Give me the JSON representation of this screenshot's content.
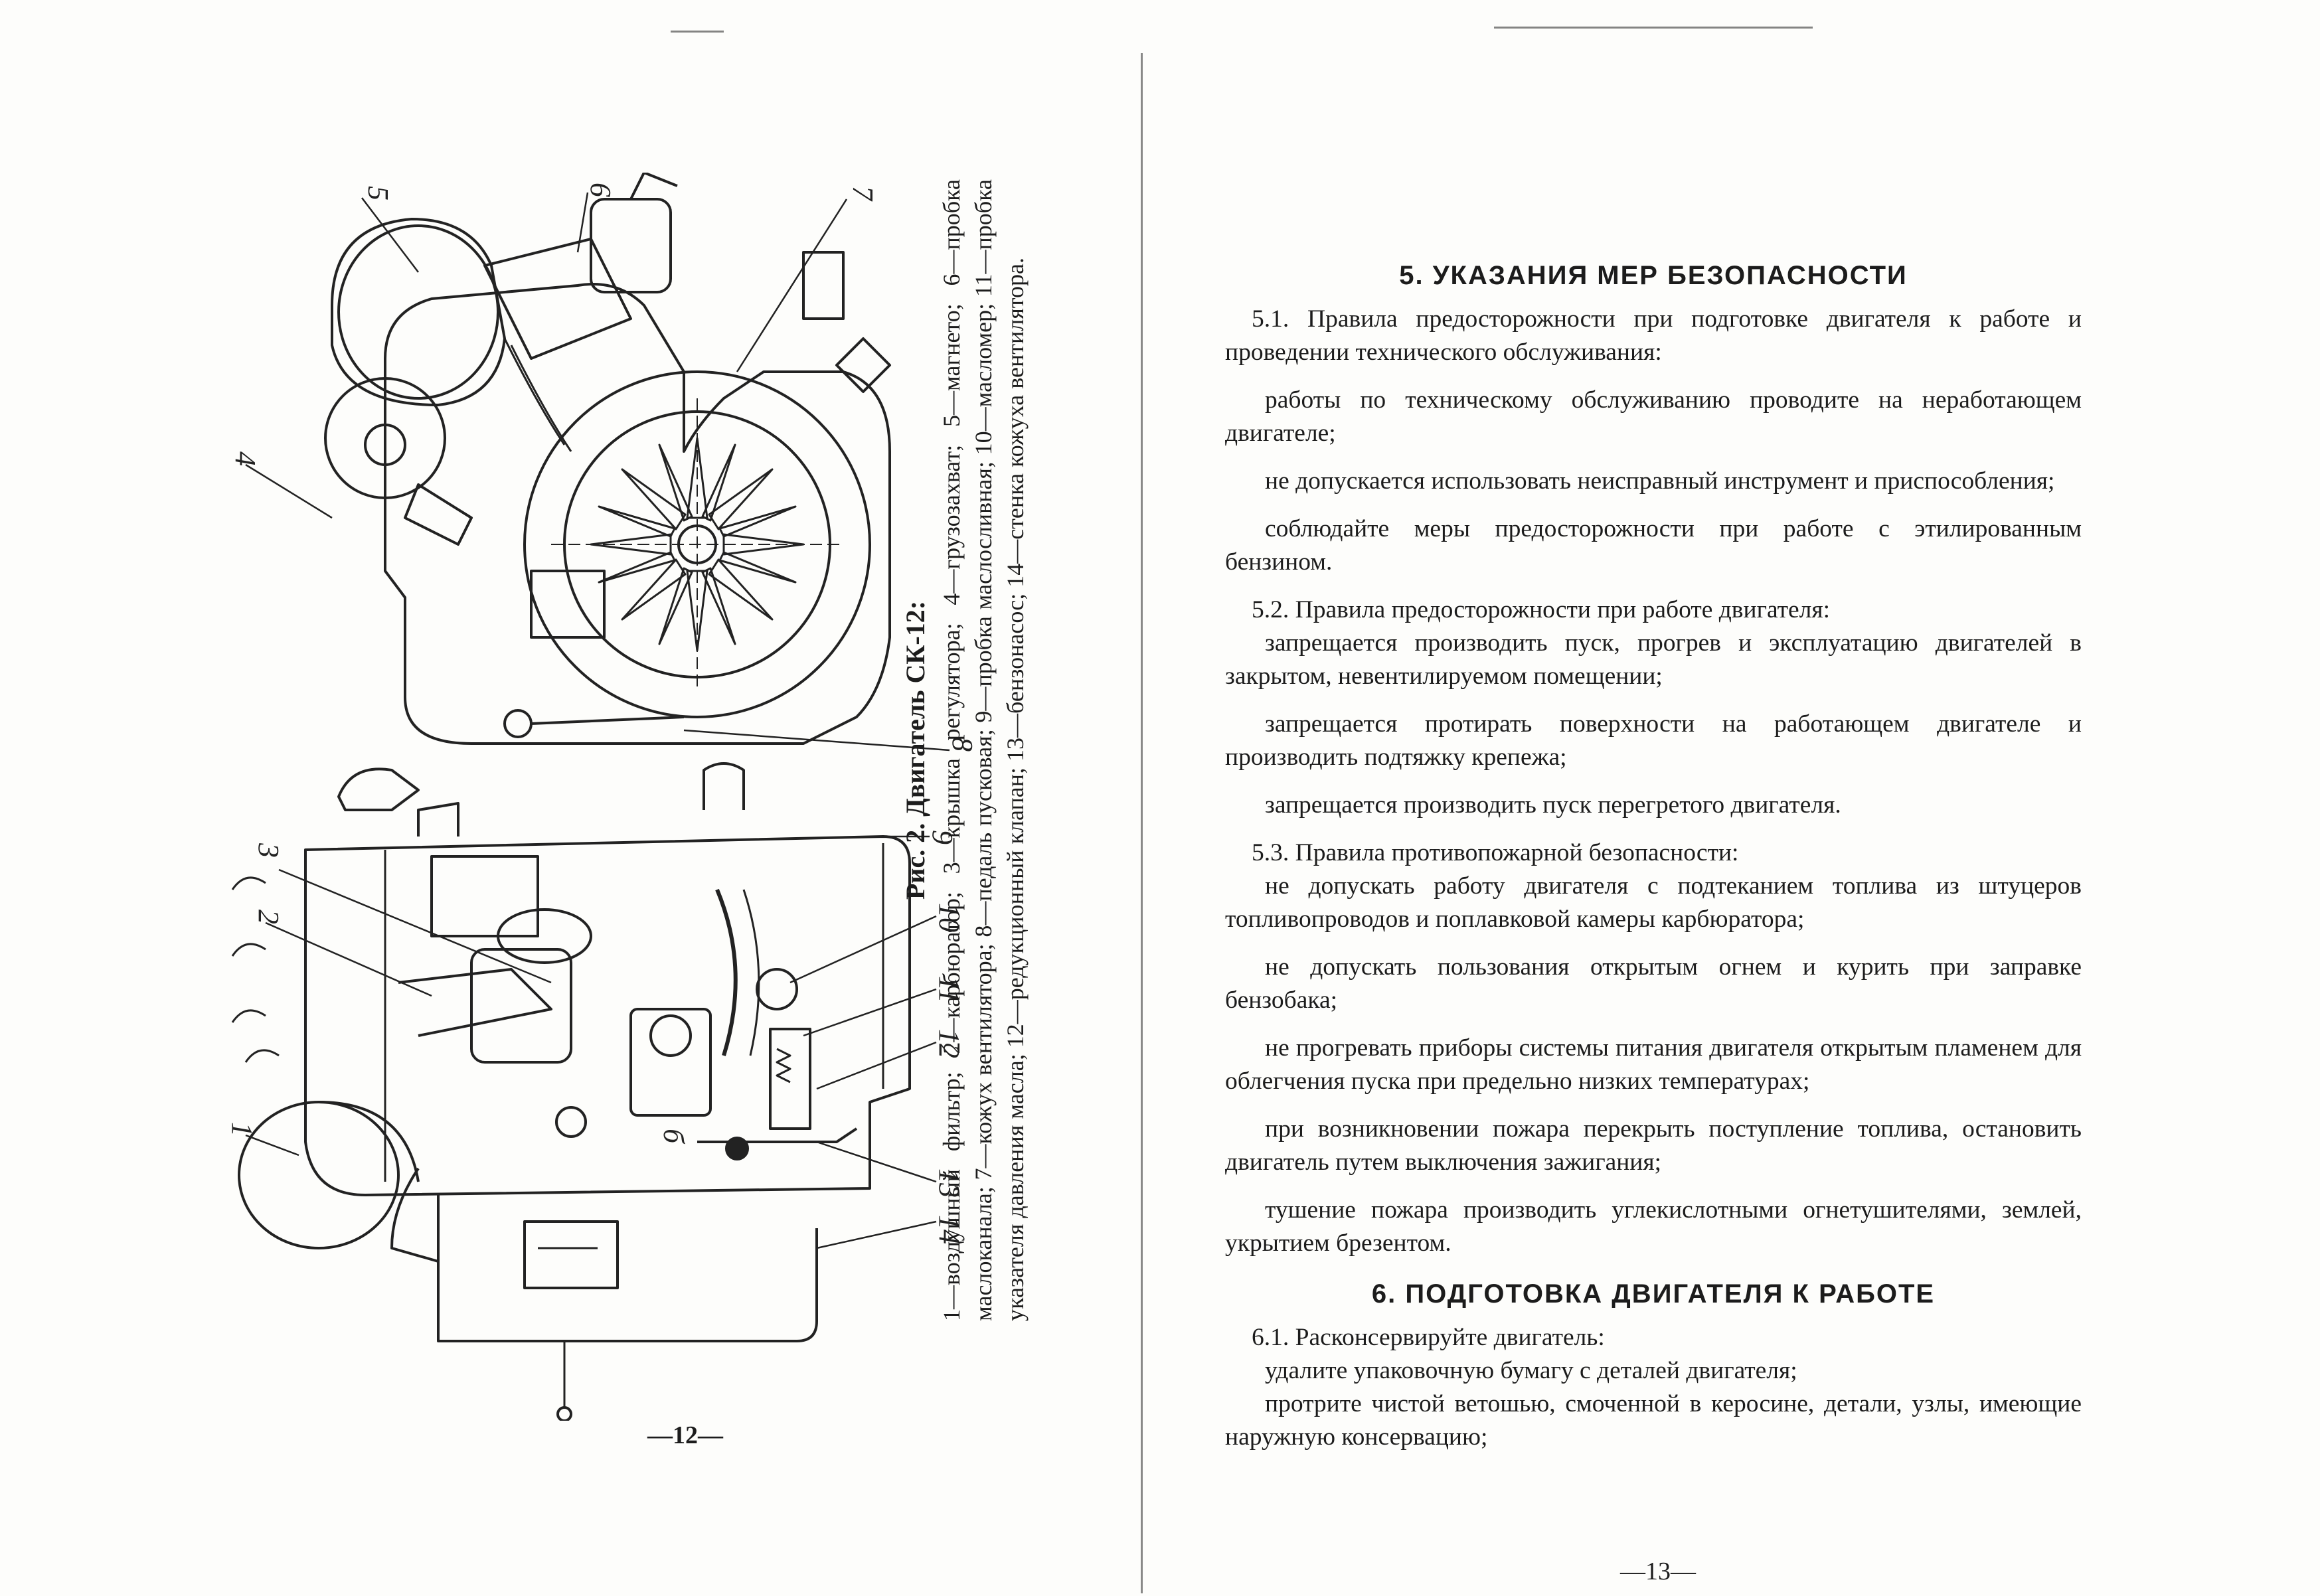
{
  "left_page": {
    "caption_title": "Рис. 2. Двигатель СК-12:",
    "caption_body": "1—воздушный фильтр; 2—карбюратор; 3—крышка регулятора; 4—грузозахват; 5—магнето; 6—пробка маслоканала; 7—кожух вентилятора; 8—педаль пусковая; 9—пробка маслосливная; 10—масломер; 11—пробка указателя давления масла; 12—редукционный клапан; 13—бензонасос; 14—стенка кожуха вентилятора.",
    "callouts": [
      "1",
      "2",
      "3",
      "4",
      "5",
      "6",
      "7",
      "8",
      "9",
      "10",
      "11",
      "12",
      "13",
      "14",
      "б"
    ],
    "page_number": "—12—"
  },
  "right_page": {
    "section5_title": "5. УКАЗАНИЯ МЕР БЕЗОПАСНОСТИ",
    "p5_1": "5.1. Правила предосторожности при подготовке двигателя к работе и проведении технического обслуживания:",
    "p5_1_a": "работы по техническому обслуживанию проводите на неработающем двигателе;",
    "p5_1_b": "не допускается использовать неисправный инструмент и приспособления;",
    "p5_1_c": "соблюдайте меры предосторожности при работе с этилированным бензином.",
    "p5_2": "5.2. Правила предосторожности при работе двигателя:",
    "p5_2_a": "запрещается производить пуск, прогрев и эксплуатацию двигателей в закрытом, невентилируемом помещении;",
    "p5_2_b": "запрещается протирать поверхности на работающем двигателе и производить подтяжку крепежа;",
    "p5_2_c": "запрещается производить пуск перегретого двигателя.",
    "p5_3": "5.3. Правила противопожарной безопасности:",
    "p5_3_a": "не допускать работу двигателя с подтеканием топлива из штуцеров топливопроводов и поплавковой камеры карбюратора;",
    "p5_3_b": "не допускать пользования открытым огнем и курить при заправке бензобака;",
    "p5_3_c": "не прогревать приборы системы питания двигателя открытым пламенем для облегчения пуска при предельно низких температурах;",
    "p5_3_d": "при возникновении пожара перекрыть поступление топлива, остановить двигатель путем выключения зажигания;",
    "p5_3_e": "тушение пожара производить углекислотными огнетушителями, землей, укрытием брезентом.",
    "section6_title": "6. ПОДГОТОВКА ДВИГАТЕЛЯ К РАБОТЕ",
    "p6_1": "6.1. Расконсервируйте двигатель:",
    "p6_1_a": "удалите упаковочную бумагу с деталей двигателя;",
    "p6_1_b": "протрите чистой ветошью, смоченной в керосине, детали, узлы, имеющие наружную консервацию;",
    "page_number": "—13—"
  },
  "colors": {
    "ink": "#1c1c1c",
    "paper": "#fdfdfb"
  }
}
